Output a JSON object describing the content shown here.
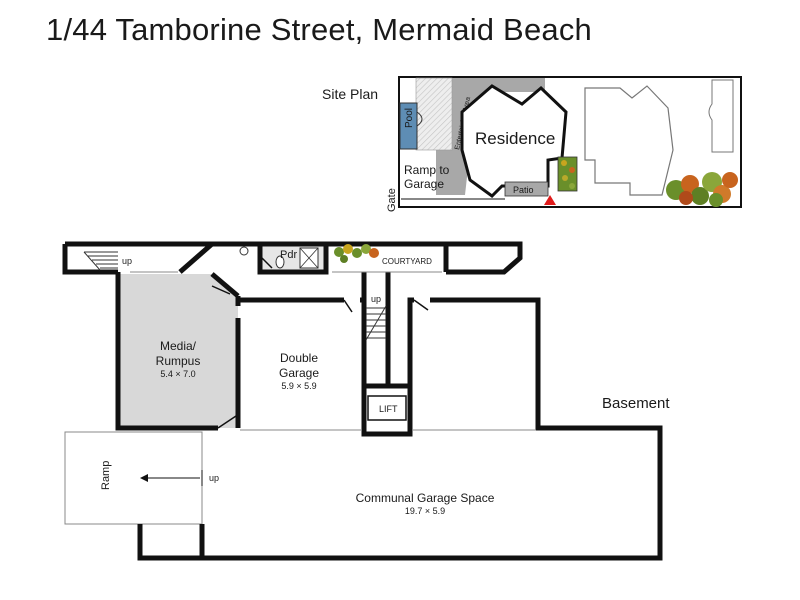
{
  "title": "1/44 Tamborine Street, Mermaid Beach",
  "site_plan": {
    "heading": "Site Plan",
    "pool": "Pool",
    "entertaining_area": "Entertaining Area",
    "residence": "Residence",
    "ramp_line1": "Ramp to",
    "ramp_line2": "Garage",
    "patio": "Patio",
    "gate": "Gate"
  },
  "floor_plan": {
    "level_name": "Basement",
    "up": "up",
    "pdr": "Pdr",
    "courtyard": "COURTYARD",
    "stairs_up": "up",
    "media_line1": "Media/",
    "media_line2": "Rumpus",
    "media_dims": "5.4 × 7.0",
    "garage_line1": "Double",
    "garage_line2": "Garage",
    "garage_dims": "5.9 × 5.9",
    "lift": "LIFT",
    "ramp": "Ramp",
    "ramp_up": "up",
    "communal": "Communal Garage Space",
    "communal_dims": "19.7 × 5.9"
  },
  "colors": {
    "wall": "#111111",
    "room_fill_grey": "#d8d8d8",
    "pool_blue": "#5e8db4",
    "path_grey": "#a8a8a8",
    "compass_red": "#e01b1b",
    "foliage_green": "#6a8f2a",
    "foliage_orange": "#c8641e"
  }
}
